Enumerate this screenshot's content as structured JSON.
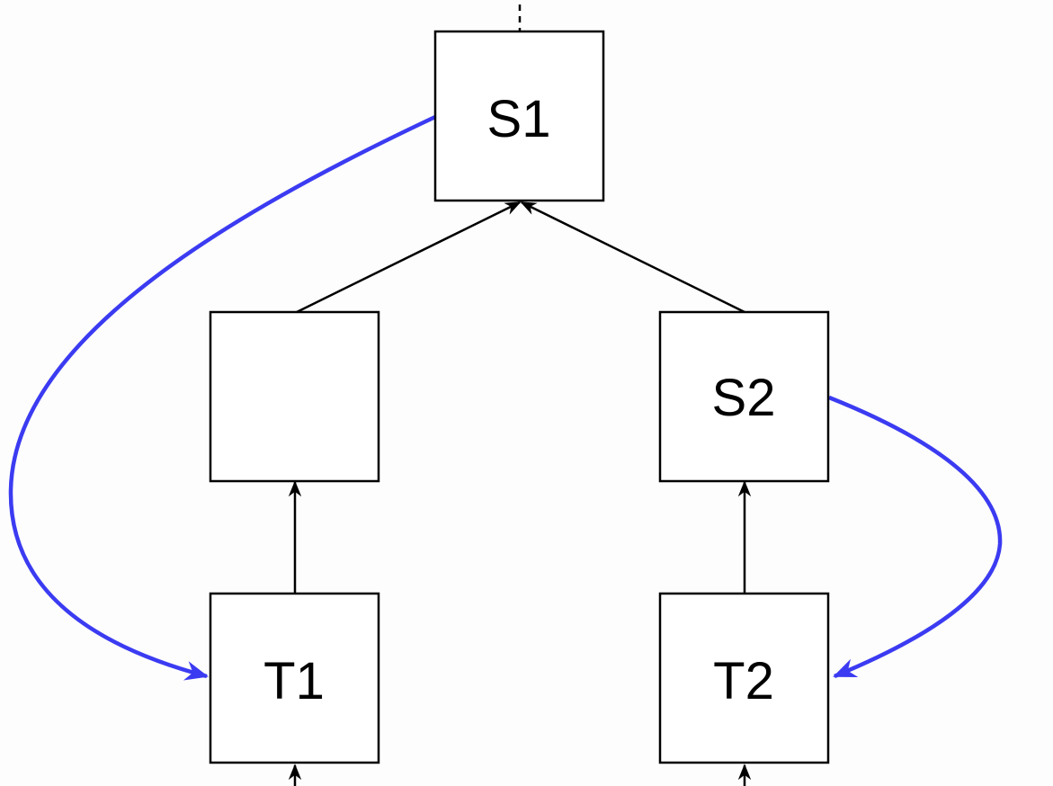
{
  "diagram": {
    "nodes": {
      "s1": {
        "label": "S1"
      },
      "left_middle": {
        "label": ""
      },
      "s2": {
        "label": "S2"
      },
      "t1": {
        "label": "T1"
      },
      "t2": {
        "label": "T2"
      }
    },
    "edges": [
      {
        "from": "left_middle",
        "to": "s1",
        "style": "black-arrow"
      },
      {
        "from": "s2",
        "to": "s1",
        "style": "black-arrow"
      },
      {
        "from": "t1",
        "to": "left_middle",
        "style": "black-arrow"
      },
      {
        "from": "t2",
        "to": "s2",
        "style": "black-arrow"
      },
      {
        "from": "s1",
        "to": "t1",
        "style": "blue-curved-arrow"
      },
      {
        "from": "s2",
        "to": "t2",
        "style": "blue-curved-arrow"
      }
    ],
    "colors": {
      "edge": "#000000",
      "highlight_edge": "#3b3bf2",
      "node_border": "#000000",
      "node_fill": "#ffffff"
    }
  }
}
